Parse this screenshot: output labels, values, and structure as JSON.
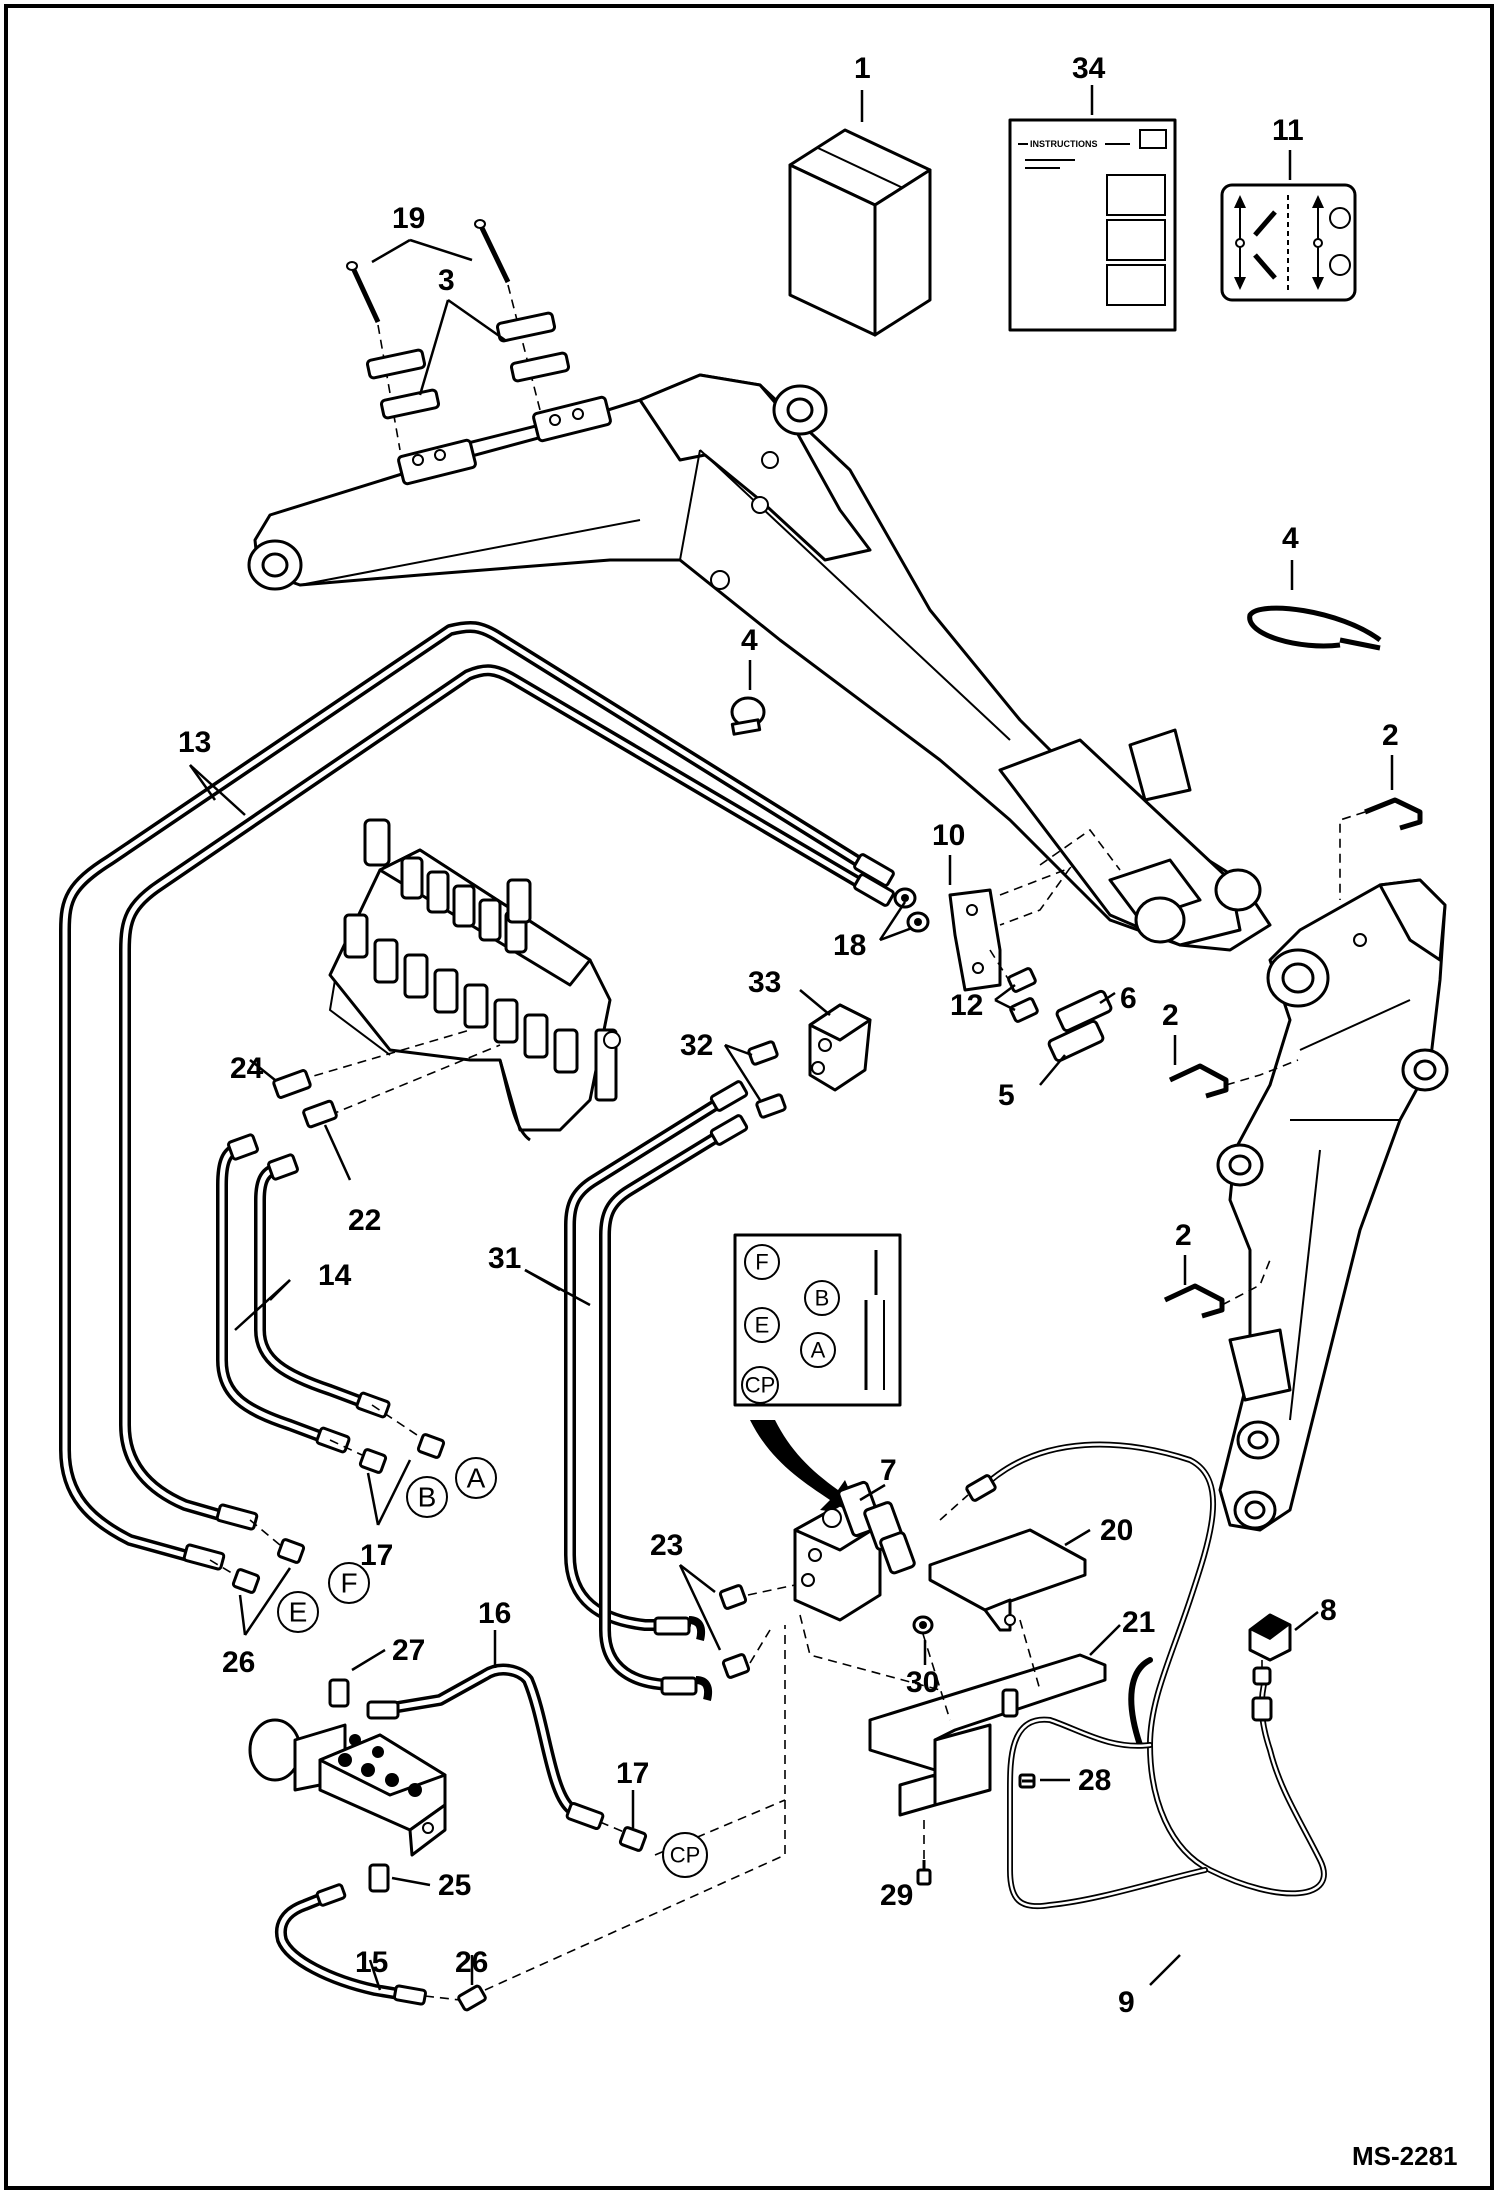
{
  "figure_code": "MS-2281",
  "callouts": {
    "c1": "1",
    "c34": "34",
    "c11": "11",
    "c19": "19",
    "c3": "3",
    "c4a": "4",
    "c4b": "4",
    "c13": "13",
    "c10": "10",
    "c2a": "2",
    "c18": "18",
    "c12": "12",
    "c6": "6",
    "c2b": "2",
    "c33": "33",
    "c32": "32",
    "c5": "5",
    "c24": "24",
    "c22": "22",
    "c14": "14",
    "c31": "31",
    "c2c": "2",
    "c17a": "17",
    "c7": "7",
    "c20": "20",
    "c23": "23",
    "c26a": "26",
    "c16": "16",
    "c27": "27",
    "c21": "21",
    "c8": "8",
    "c30": "30",
    "c28": "28",
    "c17b": "17",
    "c25": "25",
    "c29": "29",
    "c15": "15",
    "c26b": "26",
    "c9": "9"
  },
  "port_labels": {
    "a": "A",
    "b": "B",
    "e": "E",
    "f": "F",
    "cp": "CP"
  },
  "decal_ports": {
    "f": "F",
    "b": "B",
    "e": "E",
    "a": "A",
    "cp": "CP"
  },
  "instructions_sheet": {
    "heading": "INSTRUCTIONS"
  }
}
